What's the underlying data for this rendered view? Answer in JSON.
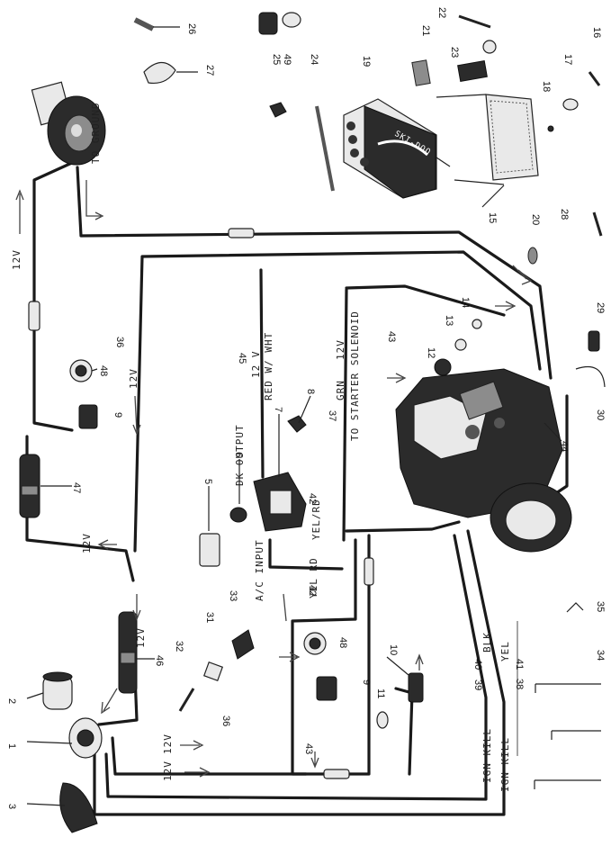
{
  "part_numbers": {
    "p1": "1",
    "p2": "2",
    "p3": "3",
    "p5": "5",
    "p6": "6",
    "p7": "7",
    "p8": "8",
    "p9a": "9",
    "p9b": "9",
    "p10": "10",
    "p11": "11",
    "p12": "12",
    "p13": "13",
    "p14": "14",
    "p15": "15",
    "p16": "16",
    "p17": "17",
    "p18": "18",
    "p19": "19",
    "p20": "20",
    "p21": "21",
    "p22": "22",
    "p23": "23",
    "p24": "24",
    "p25": "25",
    "p26": "26",
    "p27": "27",
    "p28": "28",
    "p29": "29",
    "p30": "30",
    "p31": "31",
    "p32": "32",
    "p33": "33",
    "p34": "34",
    "p35": "35",
    "p36a": "36",
    "p36b": "36",
    "p37": "37",
    "p38": "38",
    "p39": "39",
    "p40": "40",
    "p41": "41",
    "p42a": "42",
    "p42b": "42",
    "p43a": "43",
    "p43b": "43",
    "p44": "44",
    "p45": "45",
    "p46": "46",
    "p47": "47",
    "p48a": "48",
    "p48b": "48",
    "p49": "49"
  },
  "wire_labels": {
    "to_ground": "TO GROUND",
    "v12_top": "12V",
    "v12_left_mid": "12V",
    "v12_left_low": "12V",
    "v12_harness": "12V",
    "v12_bottom_a": "12V",
    "v12_bottom_b": "12V",
    "v12_output": "12 V",
    "v12_solenoid": "12V",
    "dk_output": "DK OUTPUT",
    "red_wht": "RED W/ WHT",
    "grn": "GRN",
    "to_starter_solenoid": "TO STARTER SOLENOID",
    "yel_rd_upper": "YEL/RD",
    "yel_rd_lower": "YEL RD",
    "ac_input": "A/C INPUT",
    "blk": "BLK",
    "yel": "YEL",
    "ign_kill_1": "IGN KILL",
    "ign_kill_2": "IGN KILL"
  },
  "battery_brand": "SKI-DOO"
}
